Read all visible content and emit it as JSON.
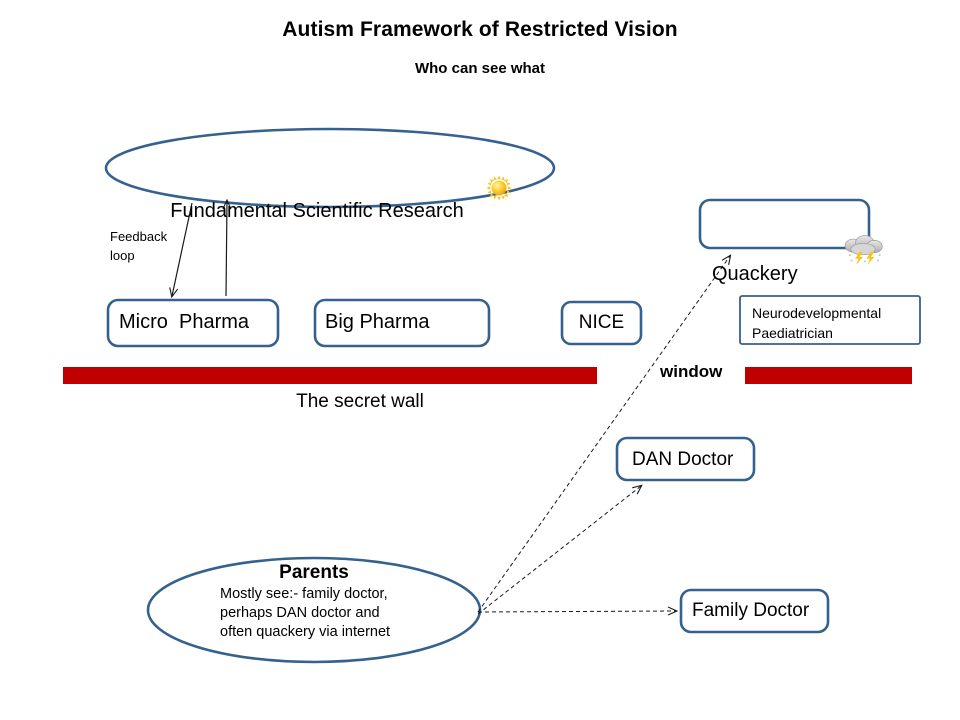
{
  "header": {
    "title": "Autism Framework of Restricted Vision",
    "subtitle": "Who can see what"
  },
  "colors": {
    "shape_border": "#35618E",
    "wall_red": "#C00000",
    "connector": "#1A1A1A",
    "text": "#000000",
    "background": "#FFFFFF"
  },
  "nodes": {
    "fundamental_research": {
      "label": "Fundamental Scientific Research",
      "icon": "sun-icon",
      "shape": "ellipse"
    },
    "micro_pharma": {
      "label": "Micro  Pharma",
      "shape": "rounded-rect"
    },
    "big_pharma": {
      "label": "Big Pharma",
      "shape": "rounded-rect"
    },
    "nice": {
      "label": "NICE",
      "shape": "rounded-rect"
    },
    "quackery": {
      "label": "Quackery",
      "icon": "storm-cloud-icon",
      "shape": "rounded-rect"
    },
    "neurodevelopmental_paediatrician": {
      "line1": "Neurodevelopmental",
      "line2": "Paediatrician",
      "shape": "rect-thin"
    },
    "dan_doctor": {
      "label": "DAN Doctor",
      "shape": "rounded-rect"
    },
    "family_doctor": {
      "label": "Family Doctor",
      "shape": "rounded-rect"
    },
    "parents": {
      "title": "Parents",
      "lines": [
        "Mostly see:- family doctor,",
        "perhaps DAN doctor and",
        "often quackery via internet"
      ],
      "shape": "ellipse"
    }
  },
  "annotations": {
    "feedback_loop_line1": "Feedback",
    "feedback_loop_line2": "loop",
    "secret_wall": "The secret wall",
    "window": "window"
  },
  "edges": [
    {
      "from": "fundamental_research",
      "to": "micro_pharma",
      "style": "solid",
      "arrow": "end"
    },
    {
      "from": "micro_pharma",
      "to": "fundamental_research",
      "style": "solid",
      "arrow": "end"
    },
    {
      "from": "parents",
      "to": "quackery",
      "style": "dashed",
      "arrow": "end"
    },
    {
      "from": "parents",
      "to": "dan_doctor",
      "style": "dashed",
      "arrow": "end"
    },
    {
      "from": "parents",
      "to": "family_doctor",
      "style": "dashed",
      "arrow": "end"
    }
  ]
}
